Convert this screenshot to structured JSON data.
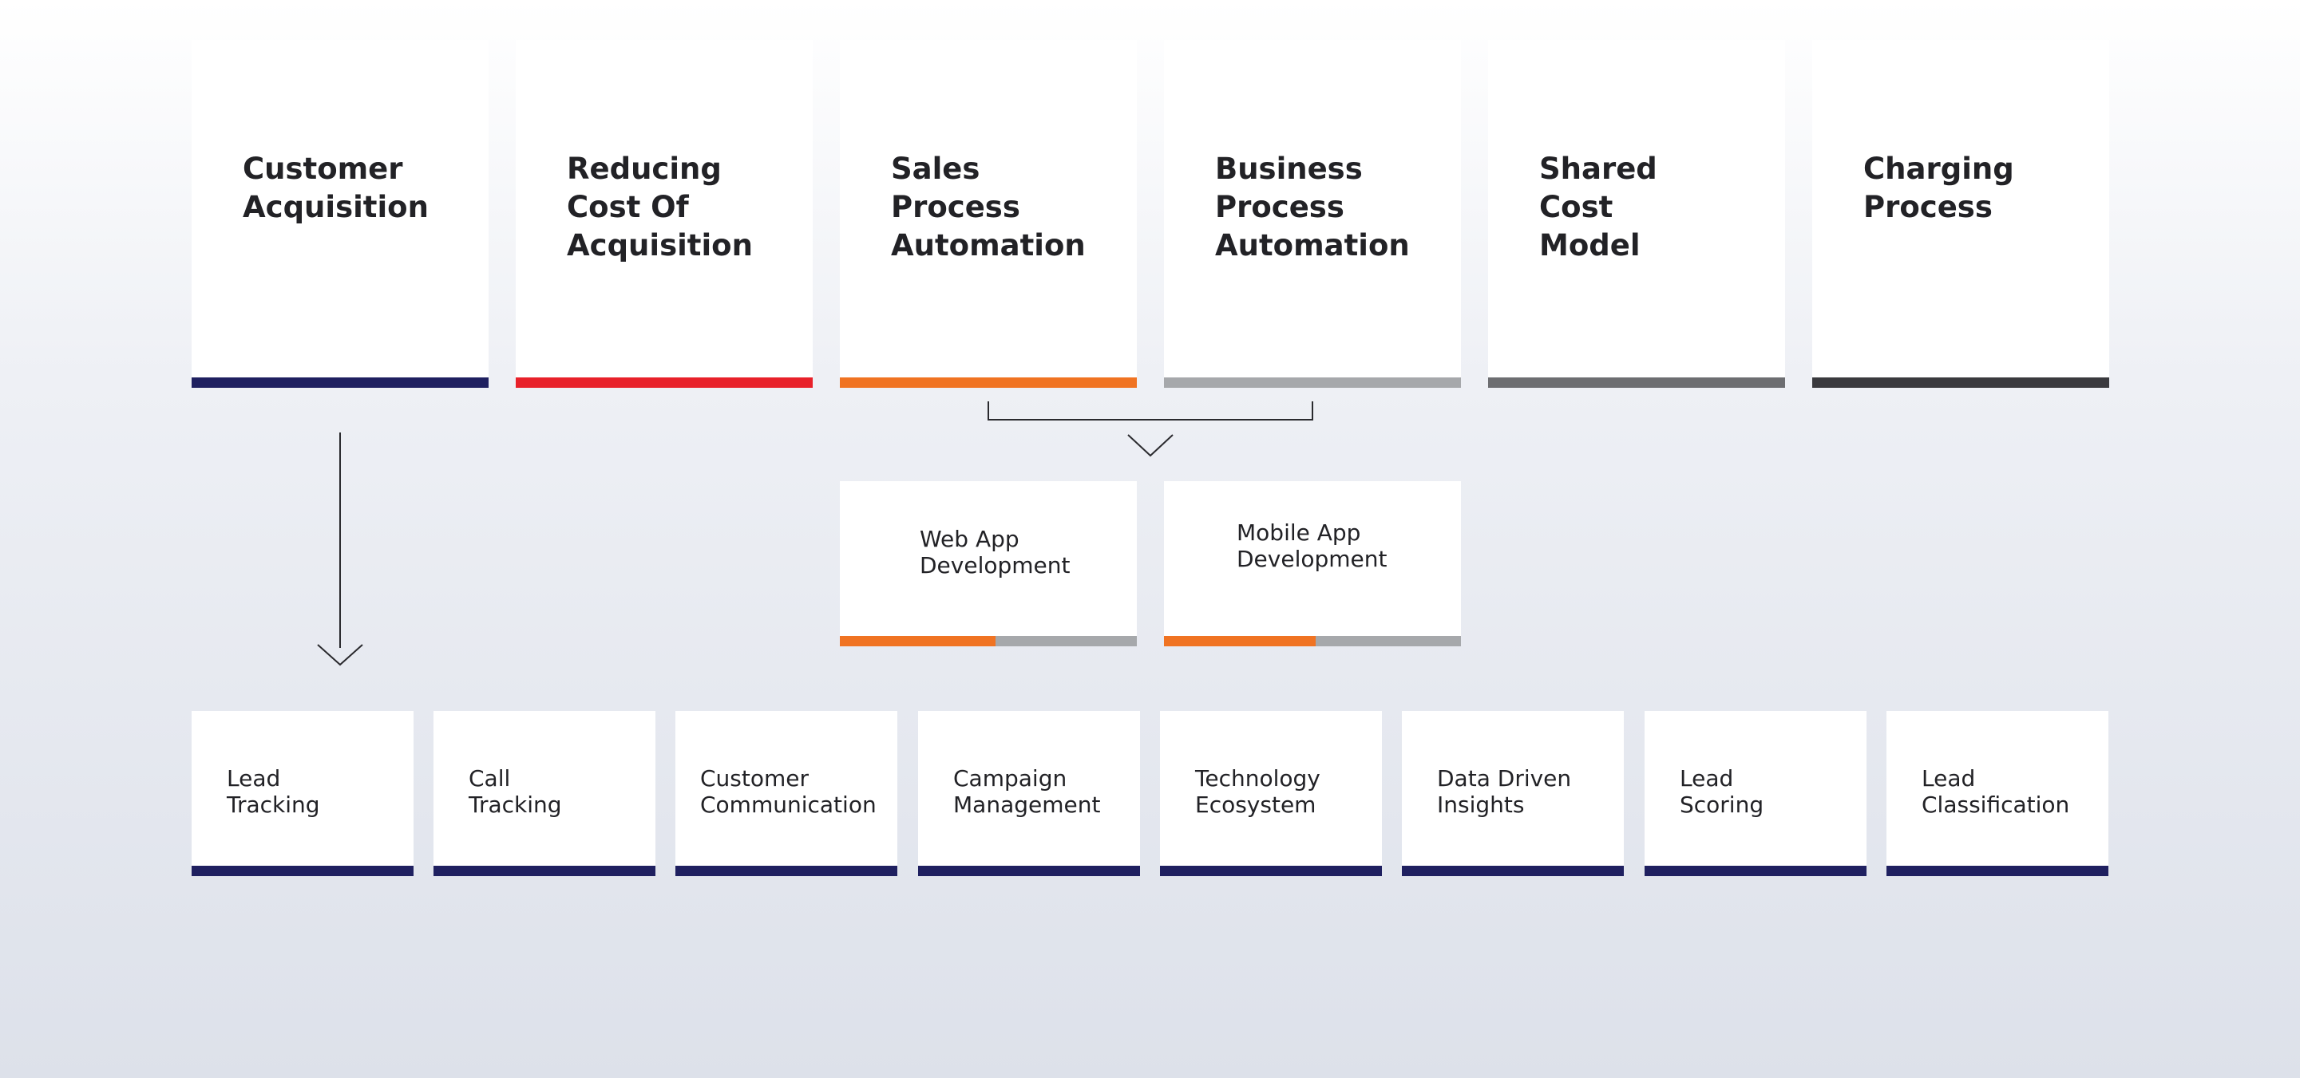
{
  "top_row": [
    {
      "label": "Customer\nAcquisition",
      "bar_colors": [
        "#1f2060"
      ]
    },
    {
      "label": "Reducing\nCost Of\nAcquisition",
      "bar_colors": [
        "#e8212a"
      ]
    },
    {
      "label": "Sales\nProcess\nAutomation",
      "bar_colors": [
        "#f07322"
      ]
    },
    {
      "label": "Business\nProcess\nAutomation",
      "bar_colors": [
        "#a6a8ab"
      ]
    },
    {
      "label": "Shared\nCost\nModel",
      "bar_colors": [
        "#6d6e71"
      ]
    },
    {
      "label": "Charging\nProcess",
      "bar_colors": [
        "#3a3a3e"
      ]
    }
  ],
  "middle_row": [
    {
      "label": "Web App\nDevelopment",
      "bar_colors": [
        "#f07322",
        "#a6a8ab"
      ]
    },
    {
      "label": "Mobile App\nDevelopment",
      "bar_colors": [
        "#f07322",
        "#a6a8ab"
      ]
    }
  ],
  "bottom_row": [
    {
      "label": "Lead\nTracking",
      "bar_color": "#1f2060"
    },
    {
      "label": "Call\nTracking",
      "bar_color": "#1f2060"
    },
    {
      "label": "Customer\nCommunication",
      "bar_color": "#1f2060"
    },
    {
      "label": "Campaign\nManagement",
      "bar_color": "#1f2060"
    },
    {
      "label": "Technology\nEcosystem",
      "bar_color": "#1f2060"
    },
    {
      "label": "Data Driven\nInsights",
      "bar_color": "#1f2060"
    },
    {
      "label": "Lead\nScoring",
      "bar_color": "#1f2060"
    },
    {
      "label": "Lead\nClassification",
      "bar_color": "#1f2060"
    }
  ],
  "connector_color": "#2a2a2e"
}
